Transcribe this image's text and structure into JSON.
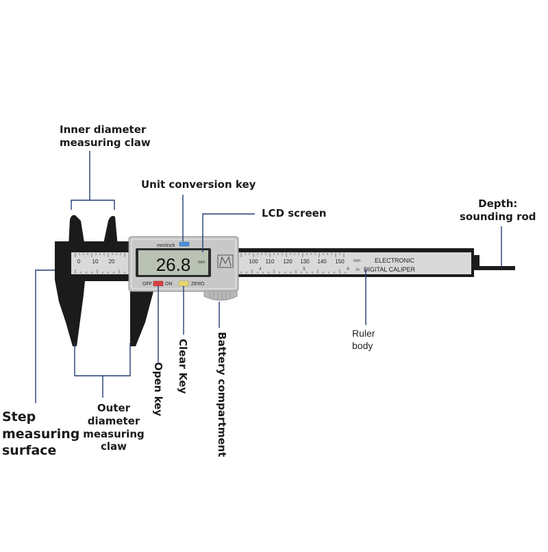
{
  "labels": {
    "inner_claw": [
      "Inner diameter",
      "measuring claw"
    ],
    "unit_key": "Unit conversion key",
    "lcd_screen": "LCD screen",
    "depth_rod": [
      "Depth:",
      "sounding rod"
    ],
    "ruler_body": [
      "Ruler",
      "body"
    ],
    "open_key": "Open key",
    "clear_key": "Clear Key",
    "battery": "Battery compartment",
    "outer_claw": [
      "Outer",
      "diameter",
      "measuring",
      "claw"
    ],
    "step_surface": [
      "Step",
      "measuring",
      "surface"
    ]
  },
  "caliper": {
    "display_value": "26.8",
    "display_unit": "mm",
    "unit_switch_text": "mm/inch",
    "off_text": "OFF",
    "on_text": "ON",
    "zero_text": "ZERO",
    "body_text": [
      "ELECTRONIC",
      "DIGITAL CALIPER"
    ],
    "scale_unit_mm": "mm",
    "scale_unit_in": "in",
    "mm_scale_left": [
      "0",
      "10",
      "20"
    ],
    "mm_scale_right": [
      "100",
      "110",
      "120",
      "130",
      "140",
      "150"
    ],
    "inch_scale": [
      "4",
      "5",
      "6"
    ]
  },
  "colors": {
    "body_black": "#1b1b1b",
    "ruler_silver": "#d9d9d9",
    "slider_silver": "#c8c8c8",
    "lcd_green": "#b9c2b3",
    "leader_blue": "#1f3b73",
    "open_key_red": "#d94040",
    "zero_key_yellow": "#e8d870",
    "unit_key_blue": "#4a90d9"
  }
}
